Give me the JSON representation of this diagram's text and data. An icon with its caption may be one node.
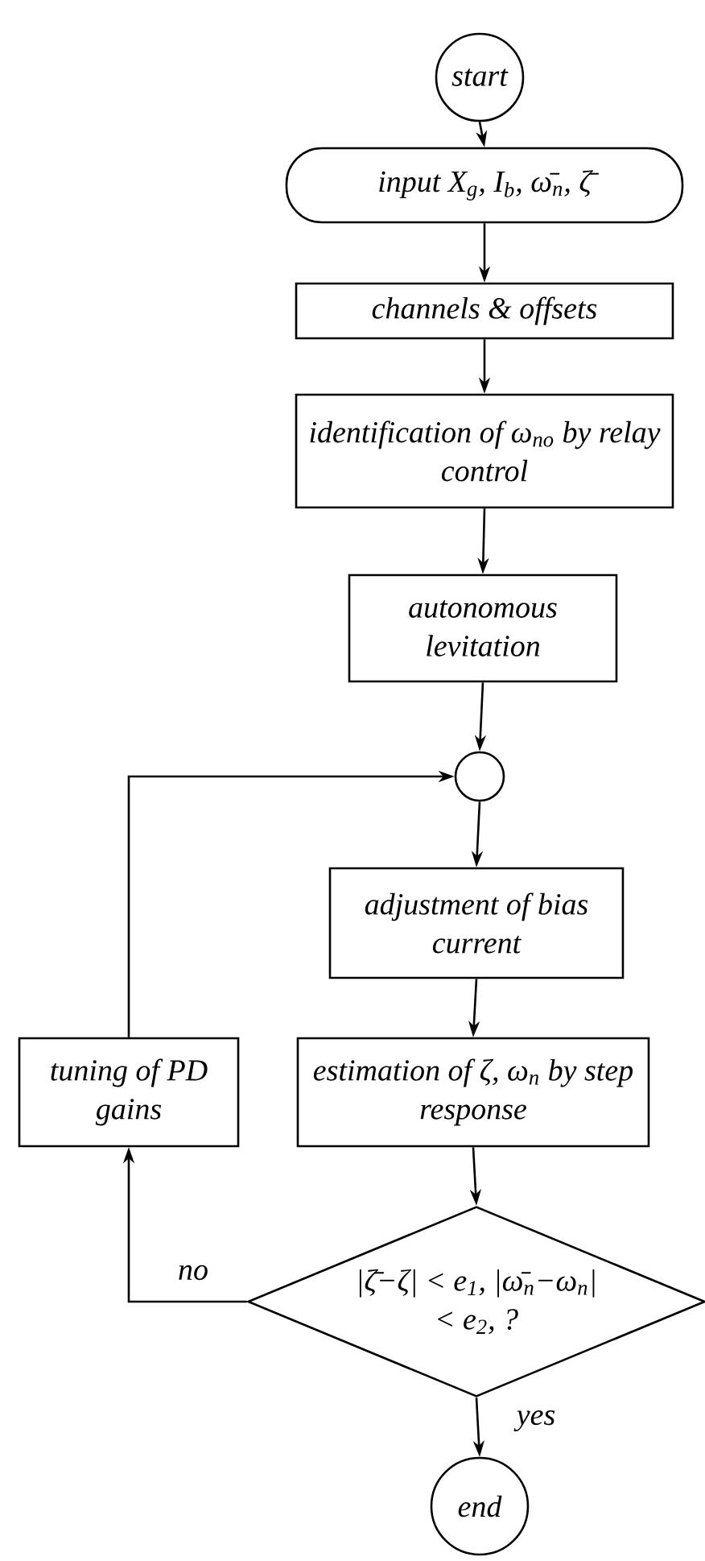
{
  "diagram": {
    "nodes": [
      {
        "text": [
          "start"
        ]
      },
      {
        "text": [
          "input X$_{g}$, I$_{b}$, ω̄$_{n}$, ζ̄"
        ]
      },
      {
        "text": [
          "channels & offsets"
        ]
      },
      {
        "text": [
          "identification of ω$_{no}$ by relay control"
        ]
      },
      {
        "text": [
          "autonomous levitation"
        ]
      },
      {
        "text": [],
        "shape": "circle"
      },
      {
        "text": [
          "adjustment of bias current"
        ]
      },
      {
        "text": [
          "estimation of ζ, ω$_{n}$ by step response"
        ]
      },
      {
        "text": [
          "|ζ̄−ζ| < e$_{1}$, |ω̄$_{n}$−ω$_{n}$| < e$_{2}$, ?"
        ]
      },
      {
        "text": [
          "end"
        ]
      },
      {
        "text": [
          "tuning of PD gains"
        ]
      }
    ],
    "edges": [
      {
        "from": 0,
        "to": 1,
        "arrow": "to"
      },
      {
        "from": 1,
        "to": 2,
        "arrow": "to"
      },
      {
        "from": 2,
        "to": 3,
        "arrow": "to"
      },
      {
        "from": 3,
        "to": 4,
        "arrow": "to"
      },
      {
        "from": 4,
        "to": 5,
        "arrow": "to"
      },
      {
        "from": 5,
        "to": 6,
        "arrow": "to"
      },
      {
        "from": 6,
        "to": 7,
        "arrow": "to"
      },
      {
        "from": 7,
        "to": 8,
        "arrow": "to"
      },
      {
        "from": 8,
        "to": 9,
        "arrow": "to",
        "label": "yes"
      },
      {
        "from": 8,
        "to": 10,
        "arrow": "to",
        "label": "no"
      },
      {
        "from": 10,
        "to": 5,
        "arrow": "to"
      }
    ]
  }
}
